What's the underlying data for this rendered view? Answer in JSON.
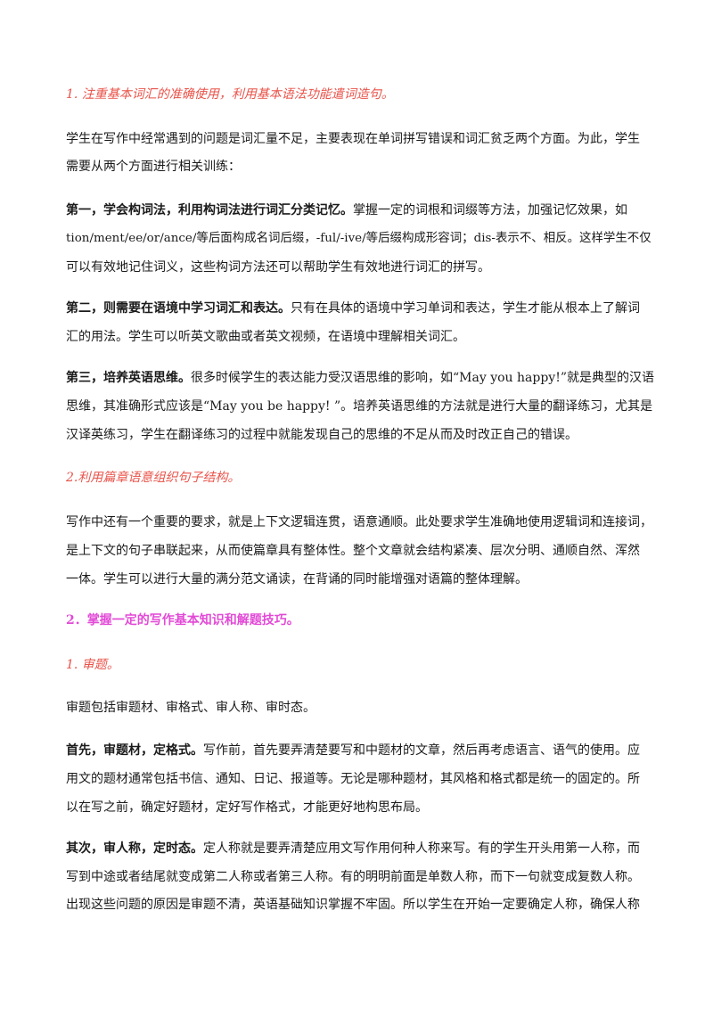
{
  "sections": [
    {
      "style": "red",
      "lines": [
        [
          {
            "t": "1. 注重基本词汇的准确使用，利用基本语法功能遣词造句。"
          }
        ]
      ]
    },
    {
      "style": "normal",
      "lines": [
        [
          {
            "t": "学生在写作中经常遇到的问题是词汇量不足，主要表现在单词拼写错误和词汇贫乏两个方面。为此，学生"
          }
        ],
        [
          {
            "t": "需要从两个方面进行相关训练："
          }
        ]
      ]
    },
    {
      "style": "normal",
      "lines": [
        [
          {
            "t": "第一，学会构词法，利用构词法进行词汇分类记忆。",
            "b": true
          },
          {
            "t": "掌握一定的词根和词缀等方法，加强记忆效果，如"
          }
        ],
        [
          {
            "t": "tion/ment/ee/or/ance/等后面构成名词后缀，-ful/-ive/等后缀构成形容词；dis-表示不、相反。这样学生不仅"
          }
        ],
        [
          {
            "t": "可以有效地记住词义，这些构词方法还可以帮助学生有效地进行词汇的拼写。"
          }
        ]
      ]
    },
    {
      "style": "normal",
      "lines": [
        [
          {
            "t": "第二，则需要在语境中学习词汇和表达。",
            "b": true
          },
          {
            "t": "只有在具体的语境中学习单词和表达，学生才能从根本上了解词"
          }
        ],
        [
          {
            "t": "汇的用法。学生可以听英文歌曲或者英文视频，在语境中理解相关词汇。"
          }
        ]
      ]
    },
    {
      "style": "normal",
      "lines": [
        [
          {
            "t": "第三，培养英语思维。",
            "b": true
          },
          {
            "t": "很多时候学生的表达能力受汉语思维的影响，如“May you happy!”就是典型的汉语"
          }
        ],
        [
          {
            "t": "思维，其准确形式应该是“May you  be happy! ”。培养英语思维的方法就是进行大量的翻译练习，尤其是"
          }
        ],
        [
          {
            "t": "汉译英练习，学生在翻译练习的过程中就能发现自己的思维的不足从而及时改正自己的错误。"
          }
        ]
      ]
    },
    {
      "style": "red",
      "lines": [
        [
          {
            "t": "2.利用篇章语意组织句子结构。"
          }
        ]
      ]
    },
    {
      "style": "normal",
      "lines": [
        [
          {
            "t": "写作中还有一个重要的要求，就是上下文逻辑连贯，语意通顺。此处要求学生准确地使用逻辑词和连接词，"
          }
        ],
        [
          {
            "t": "是上下文的句子串联起来，从而使篇章具有整体性。整个文章就会结构紧凑、层次分明、通顺自然、浑然"
          }
        ],
        [
          {
            "t": "一体。学生可以进行大量的满分范文诵读，在背诵的同时能增强对语篇的整体理解。"
          }
        ]
      ]
    },
    {
      "style": "mag",
      "lines": [
        [
          {
            "t": "2．掌握一定的写作基本知识和解题技巧。"
          }
        ]
      ]
    },
    {
      "style": "red",
      "lines": [
        [
          {
            "t": "1. 审题。"
          }
        ]
      ]
    },
    {
      "style": "normal",
      "lines": [
        [
          {
            "t": "审题包括审题材、审格式、审人称、审时态。"
          }
        ]
      ]
    },
    {
      "style": "normal",
      "lines": [
        [
          {
            "t": "首先，审题材，定格式。",
            "b": true
          },
          {
            "t": "写作前，首先要弄清楚要写和中题材的文章，然后再考虑语言、语气的使用。应"
          }
        ],
        [
          {
            "t": "用文的题材通常包括书信、通知、日记、报道等。无论是哪种题材，其风格和格式都是统一的固定的。所"
          }
        ],
        [
          {
            "t": "以在写之前，确定好题材，定好写作格式，才能更好地构思布局。"
          }
        ]
      ]
    },
    {
      "style": "normal",
      "lines": [
        [
          {
            "t": "其次，审人称，定时态。",
            "b": true
          },
          {
            "t": "定人称就是要弄清楚应用文写作用何种人称来写。有的学生开头用第一人称，而"
          }
        ],
        [
          {
            "t": "写到中途或者结尾就变成第二人称或者第三人称。有的明明前面是单数人称，而下一句就变成复数人称。"
          }
        ],
        [
          {
            "t": "出现这些问题的原因是审题不清，英语基础知识掌握不牢固。所以学生在开始一定要确定人称，确保人称"
          }
        ]
      ]
    }
  ]
}
